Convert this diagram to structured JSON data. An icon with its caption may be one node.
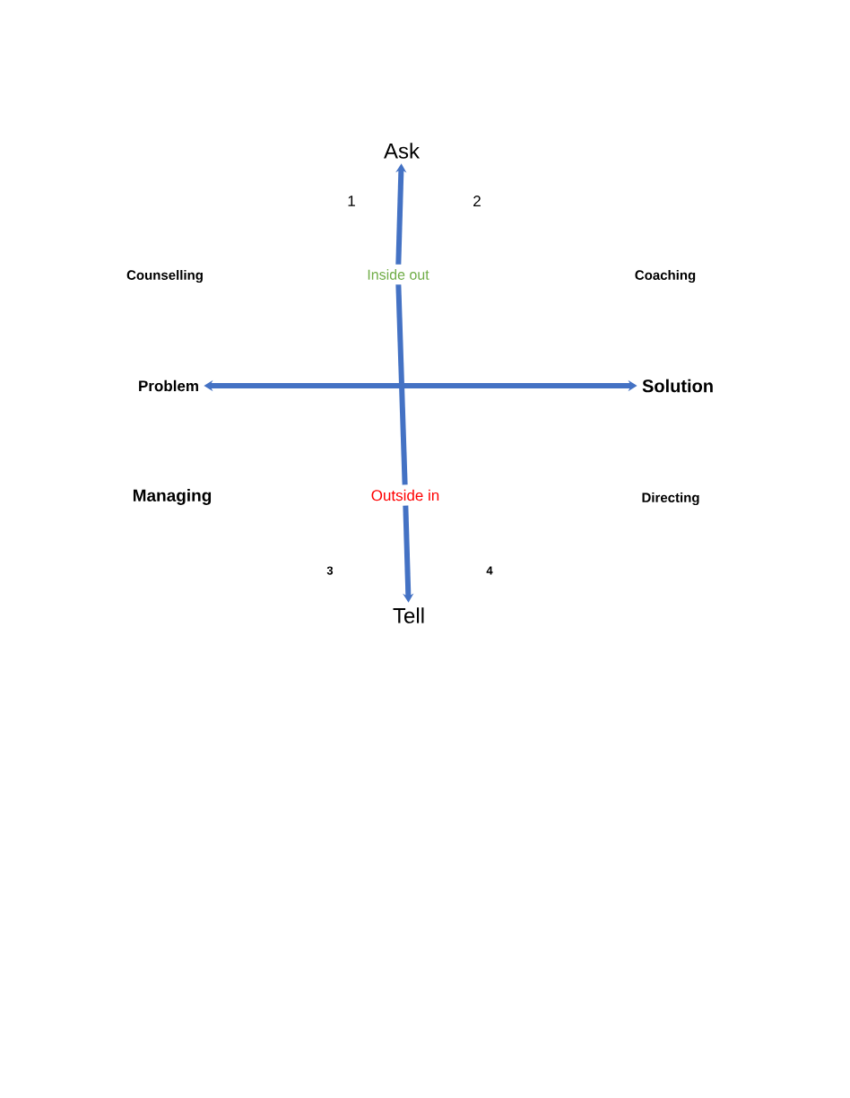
{
  "diagram": {
    "nodes": [
      {
        "text": [
          "Ask"
        ]
      },
      {
        "text": [
          "Inside out"
        ]
      },
      {
        "text": [
          "Problem"
        ]
      },
      {
        "text": [
          "Solution"
        ]
      },
      {
        "text": [
          "Outside in"
        ]
      },
      {
        "text": [
          "Tell"
        ]
      }
    ],
    "edges": [
      {
        "from": 1,
        "to": 0,
        "arrow": "to"
      },
      {
        "from": 1,
        "to": 4,
        "arrow": "none"
      },
      {
        "from": 4,
        "to": 5,
        "arrow": "to"
      },
      {
        "from": 2,
        "to": 3,
        "arrow": "both"
      }
    ],
    "labels": [
      "1",
      "2",
      "Counselling",
      "Coaching",
      "Managing",
      "Directing",
      "3",
      "4"
    ]
  }
}
